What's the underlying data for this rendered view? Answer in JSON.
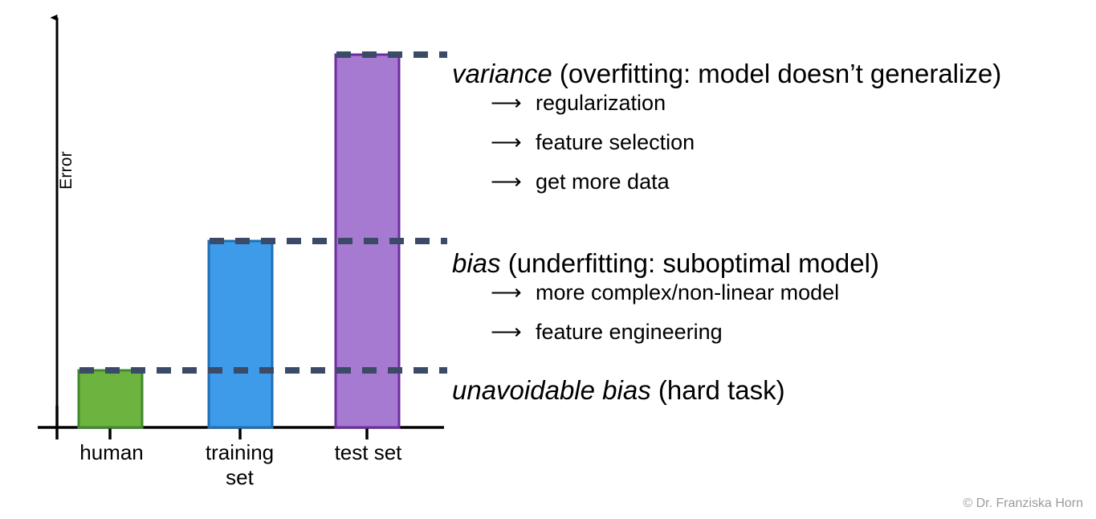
{
  "chart_data": {
    "type": "bar",
    "title": "",
    "xlabel": "",
    "ylabel": "Error",
    "categories": [
      "human",
      "training set",
      "test set"
    ],
    "tick_labels": [
      "human",
      "training\nset",
      "test set"
    ],
    "values": [
      0.15,
      0.5,
      0.89
    ],
    "ylim": [
      0,
      1
    ],
    "grid": false,
    "legend": "none",
    "series": [
      {
        "name": "Error",
        "values": [
          0.15,
          0.5,
          0.89
        ],
        "colors": [
          "#6cb33f",
          "#3d9be9",
          "#a77ad1"
        ],
        "border_colors": [
          "#3f8a2c",
          "#1f6fb5",
          "#6c2ea0"
        ]
      }
    ],
    "reference_lines": [
      {
        "name": "variance-level",
        "value": 0.89,
        "style": "dashed",
        "color": "#3b4a66"
      },
      {
        "name": "bias-level",
        "value": 0.5,
        "style": "dashed",
        "color": "#3b4a66"
      },
      {
        "name": "unavoidable-bias-level",
        "value": 0.15,
        "style": "dashed",
        "color": "#3b4a66"
      }
    ],
    "annotations": [
      "variance (overfitting: model doesn't generalize)",
      "bias (underfitting: suboptimal model)",
      "unavoidable bias (hard task)"
    ]
  },
  "axis": {
    "y_label": "Error",
    "ticks": [
      {
        "label_line1": "human",
        "label_line2": ""
      },
      {
        "label_line1": "training",
        "label_line2": "set"
      },
      {
        "label_line1": "test set",
        "label_line2": ""
      }
    ]
  },
  "notes": {
    "variance": {
      "term": "variance",
      "detail": " (overfitting: model doesn’t generalize)",
      "arrow": "⟶",
      "items": [
        "regularization",
        "feature selection",
        "get more data"
      ]
    },
    "bias": {
      "term": "bias",
      "detail": " (underfitting: suboptimal model)",
      "arrow": "⟶",
      "items": [
        "more complex/non-linear model",
        "feature engineering"
      ]
    },
    "unavoidable": {
      "term": "unavoidable bias",
      "detail": " (hard task)"
    }
  },
  "credit": "© Dr. Franziska Horn",
  "colors": {
    "bar_human_fill": "#6cb33f",
    "bar_human_stroke": "#3f8a2c",
    "bar_training_fill": "#3d9be9",
    "bar_training_stroke": "#1f6fb5",
    "bar_test_fill": "#a77ad1",
    "bar_test_stroke": "#6c2ea0",
    "dashed_line": "#3b4a66",
    "axis": "#000000",
    "credit_text": "#9b9b9b"
  }
}
